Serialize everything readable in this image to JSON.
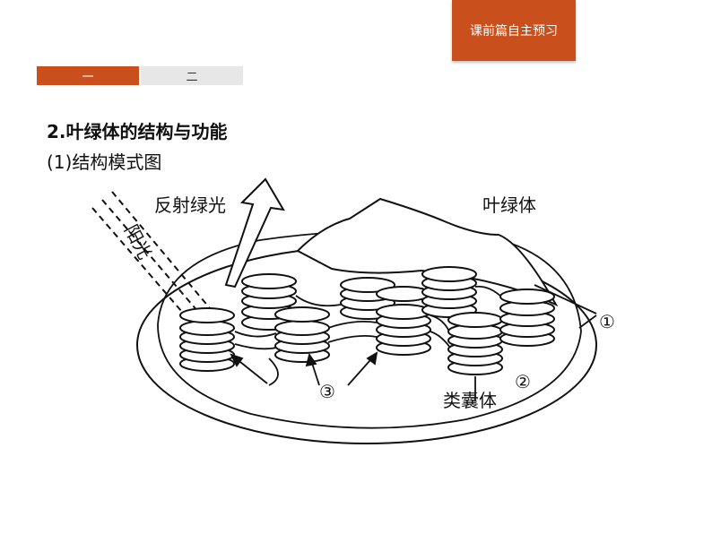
{
  "header": {
    "section_label": "课前篇自主预习"
  },
  "tabs": [
    {
      "label": "一"
    },
    {
      "label": "二"
    }
  ],
  "content": {
    "heading": "2.叶绿体的结构与功能",
    "subheading": "(1)结构模式图"
  },
  "diagram": {
    "label_reflect": "反射绿光",
    "label_sunlight": "阳光",
    "label_chloroplast": "叶绿体",
    "label_1": "①",
    "label_2": "②",
    "label_3": "③",
    "label_thylakoid": "类囊体"
  }
}
